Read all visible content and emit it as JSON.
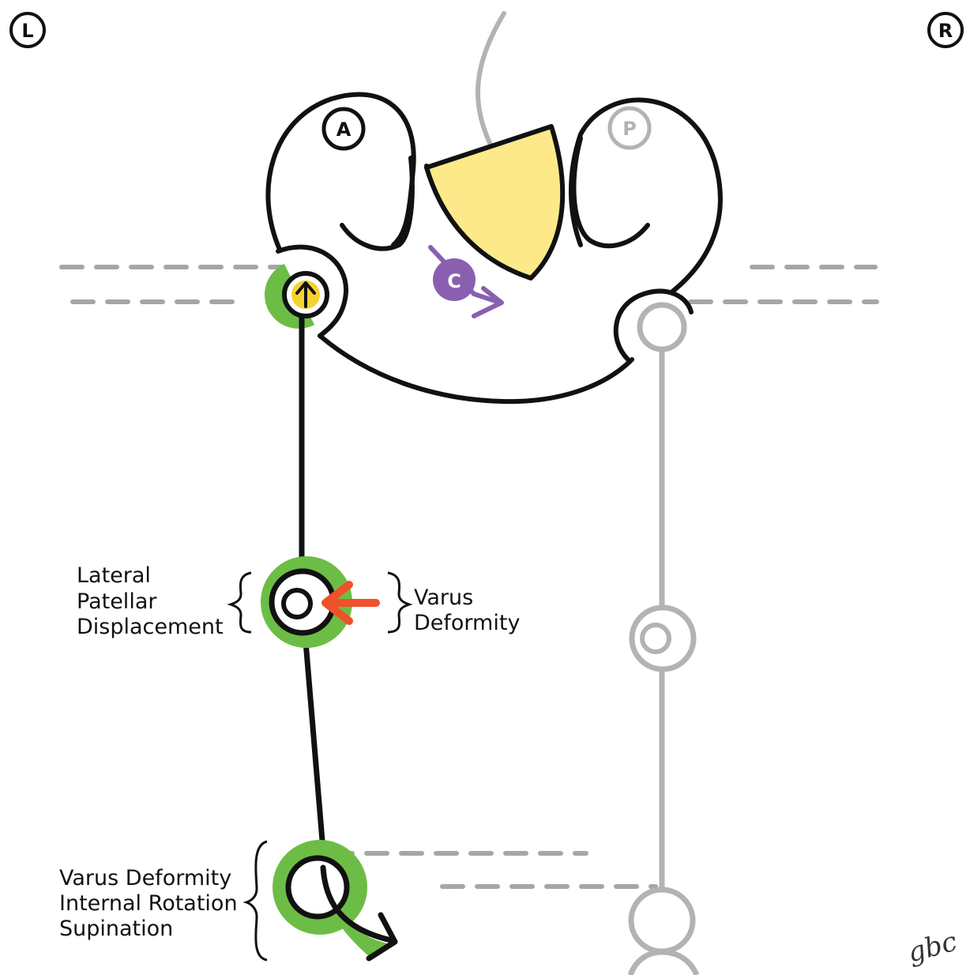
{
  "corner_badges": {
    "left": "L",
    "right": "R"
  },
  "pelvis_badges": {
    "anterior": "A",
    "posterior": "P",
    "center": "C"
  },
  "labels": {
    "knee_left": [
      "Lateral",
      "Patellar",
      "Displacement"
    ],
    "knee_right": [
      "Varus",
      "Deformity"
    ],
    "foot": [
      "Varus Deformity",
      "Internal Rotation",
      "Supination"
    ]
  },
  "signature": "gbc",
  "colors": {
    "outline": "#111111",
    "ghost": "#b3b3b3",
    "dash": "#a6a6a6",
    "highlight_green": "#6cbd45",
    "sacrum_yellow": "#fde98a",
    "arrow_yellow": "#f5d132",
    "rotation_purple": "#8a5fb0",
    "force_red": "#f0502a"
  }
}
